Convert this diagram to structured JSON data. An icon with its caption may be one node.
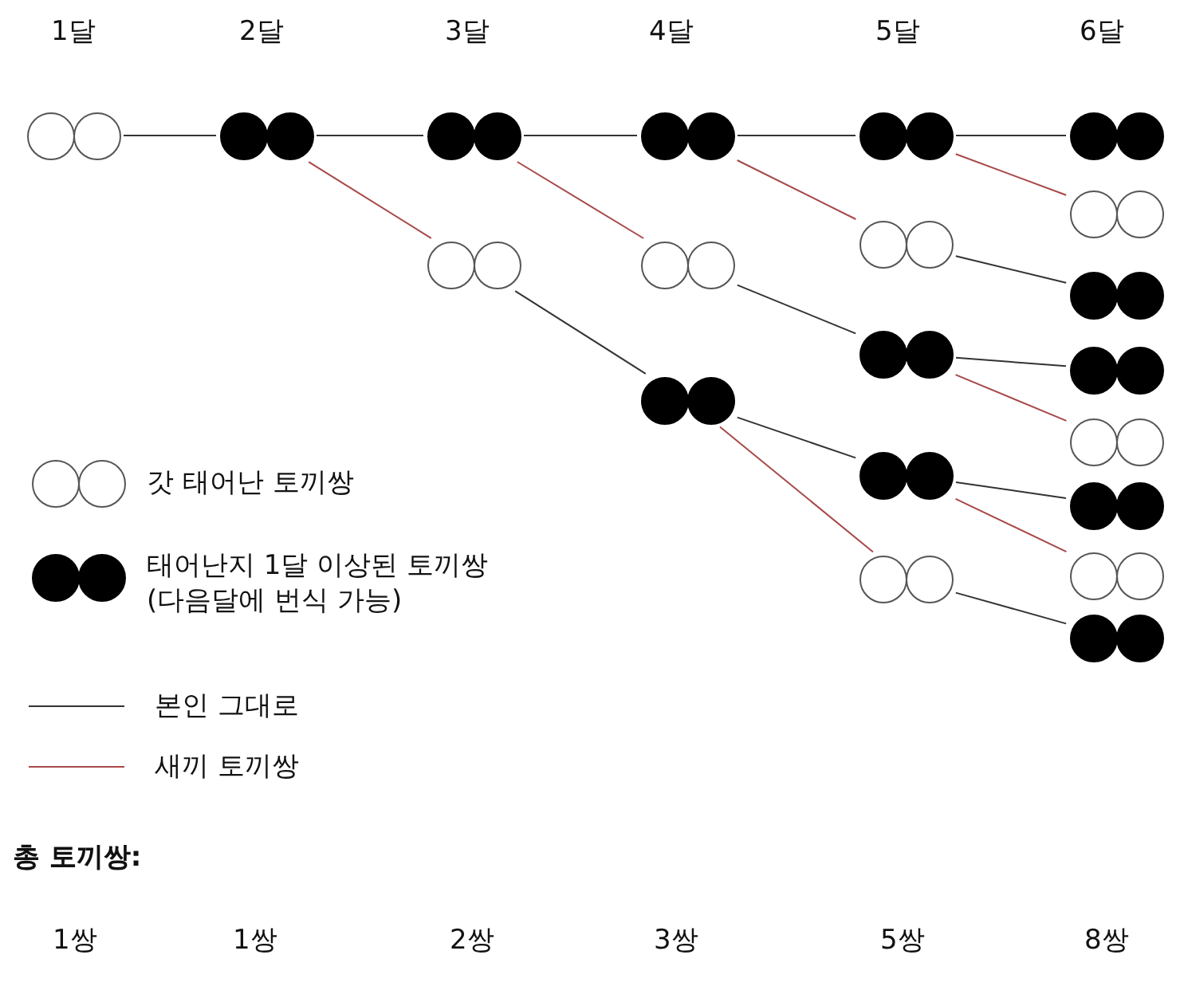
{
  "diagram": {
    "nodes": [
      {
        "text": [],
        "shape": "circle"
      },
      {
        "text": [],
        "shape": "dot"
      },
      {
        "text": [],
        "shape": "dot"
      },
      {
        "text": [],
        "shape": "circle"
      },
      {
        "text": [],
        "shape": "dot"
      },
      {
        "text": [],
        "shape": "circle"
      },
      {
        "text": [],
        "shape": "dot"
      },
      {
        "text": [],
        "shape": "dot"
      },
      {
        "text": [],
        "shape": "circle"
      },
      {
        "text": [],
        "shape": "dot"
      },
      {
        "text": [],
        "shape": "dot"
      },
      {
        "text": [],
        "shape": "circle"
      },
      {
        "text": [],
        "shape": "dot"
      },
      {
        "text": [],
        "shape": "circle"
      },
      {
        "text": [],
        "shape": "dot"
      },
      {
        "text": [],
        "shape": "dot"
      },
      {
        "text": [],
        "shape": "circle"
      },
      {
        "text": [],
        "shape": "dot"
      },
      {
        "text": [],
        "shape": "circle"
      },
      {
        "text": [],
        "shape": "dot"
      }
    ],
    "edges": [
      {
        "from": 0,
        "to": 1,
        "arrow": "none"
      },
      {
        "from": 1,
        "to": 2,
        "arrow": "none"
      },
      {
        "from": 1,
        "to": 3,
        "arrow": "none",
        "color": "#a84848"
      },
      {
        "from": 2,
        "to": 4,
        "arrow": "none"
      },
      {
        "from": 2,
        "to": 5,
        "arrow": "none",
        "color": "#a84848"
      },
      {
        "from": 3,
        "to": 6,
        "arrow": "none"
      },
      {
        "from": 4,
        "to": 7,
        "arrow": "none"
      },
      {
        "from": 4,
        "to": 8,
        "arrow": "none",
        "color": "#a84848"
      },
      {
        "from": 5,
        "to": 9,
        "arrow": "none"
      },
      {
        "from": 6,
        "to": 10,
        "arrow": "none"
      },
      {
        "from": 6,
        "to": 11,
        "arrow": "none",
        "color": "#a84848"
      },
      {
        "from": 7,
        "to": 12,
        "arrow": "none"
      },
      {
        "from": 7,
        "to": 13,
        "arrow": "none",
        "color": "#a84848"
      },
      {
        "from": 8,
        "to": 14,
        "arrow": "none"
      },
      {
        "from": 9,
        "to": 15,
        "arrow": "none"
      },
      {
        "from": 9,
        "to": 16,
        "arrow": "none",
        "color": "#a84848"
      },
      {
        "from": 10,
        "to": 17,
        "arrow": "none"
      },
      {
        "from": 10,
        "to": 18,
        "arrow": "none",
        "color": "#a84848"
      },
      {
        "from": 11,
        "to": 19,
        "arrow": "none"
      }
    ],
    "labels": [
      "1달",
      "2달",
      "3달",
      "4달",
      "5달",
      "6달",
      "총 토끼쌍:",
      "1쌍",
      "1쌍",
      "2쌍",
      "3쌍",
      "5쌍",
      "8쌍"
    ],
    "legend": [
      {
        "text": "갓 태어난 토끼쌍"
      },
      {
        "text": "태어난지 1달 이상된 토끼쌍 (다음달에 번식 가능)"
      },
      {
        "text": "본인 그대로"
      },
      {
        "text": "새끼 토끼쌍"
      }
    ]
  }
}
